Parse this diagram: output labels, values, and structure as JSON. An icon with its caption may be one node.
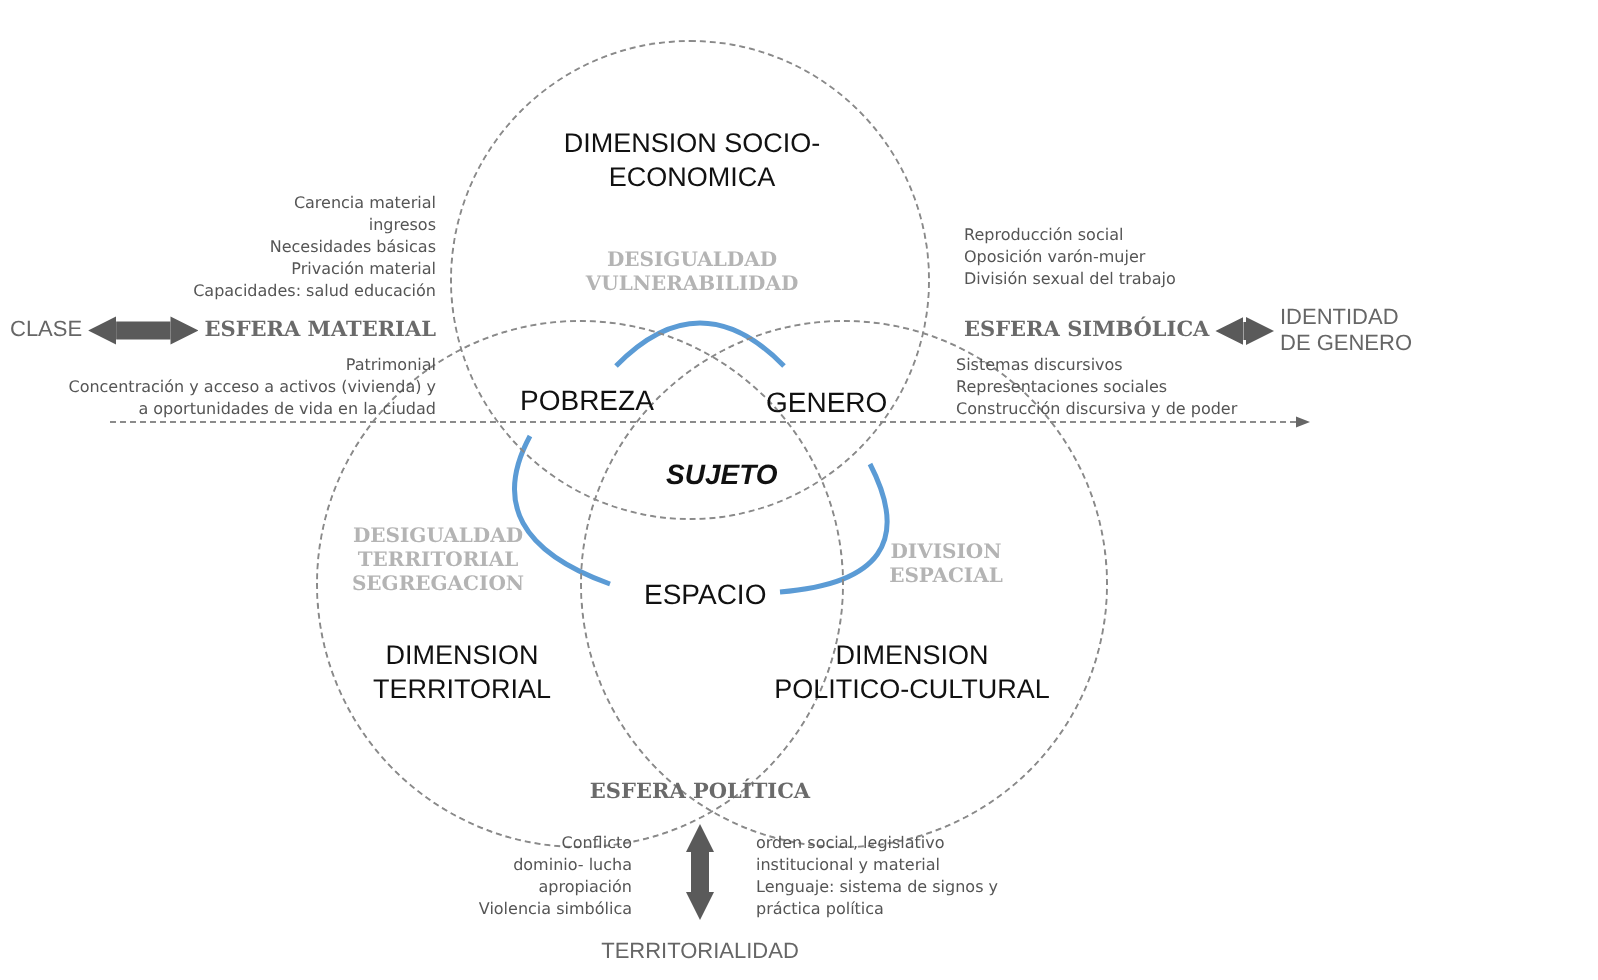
{
  "diagram": {
    "nodes": [
      {
        "text": [
          "DIMENSION SOCIO-ECONOMICA",
          "DESIGUALDAD VULNERABILIDAD"
        ]
      },
      {
        "text": [
          "DESIGUALDAD TERRITORIAL SEGREGACION",
          "DIMENSION TERRITORIAL"
        ]
      },
      {
        "text": [
          "DIVISION ESPACIAL",
          "DIMENSION POLITICO-CULTURAL"
        ]
      },
      {
        "text": [
          "CLASE"
        ]
      },
      {
        "text": [
          "ESFERA MATERIAL"
        ]
      },
      {
        "text": [
          "ESFERA SIMBÓLICA"
        ]
      },
      {
        "text": [
          "IDENTIDAD DE GENERO"
        ]
      },
      {
        "text": [
          "ESFERA POLÍTICA"
        ]
      },
      {
        "text": [
          "TERRITORIALIDAD"
        ]
      }
    ],
    "edges": [
      {
        "from": 3,
        "to": 4,
        "arrow": "both"
      },
      {
        "from": 5,
        "to": 6,
        "arrow": "both"
      },
      {
        "from": 7,
        "to": 8,
        "arrow": "both"
      }
    ],
    "labels": [
      "Carencia material",
      "ingresos",
      "Necesidades básicas",
      "Privación material",
      "Capacidades: salud educación",
      "Patrimonial",
      "Concentración y acceso a activos (vivienda) y a oportunidades de vida en la ciudad",
      "Reproducción social",
      "Oposición varón-mujer",
      "División sexual del trabajo",
      "Sistemas discursivos",
      "Representaciones sociales",
      "Construcción discursiva y de poder",
      "Conflicto",
      "dominio- lucha",
      "apropiación",
      "Violencia simbólica",
      "orden social, legislativo institucional y material",
      "Lenguaje: sistema de signos y práctica política",
      "POBREZA",
      "GENERO",
      "SUJETO",
      "ESPACIO"
    ]
  }
}
